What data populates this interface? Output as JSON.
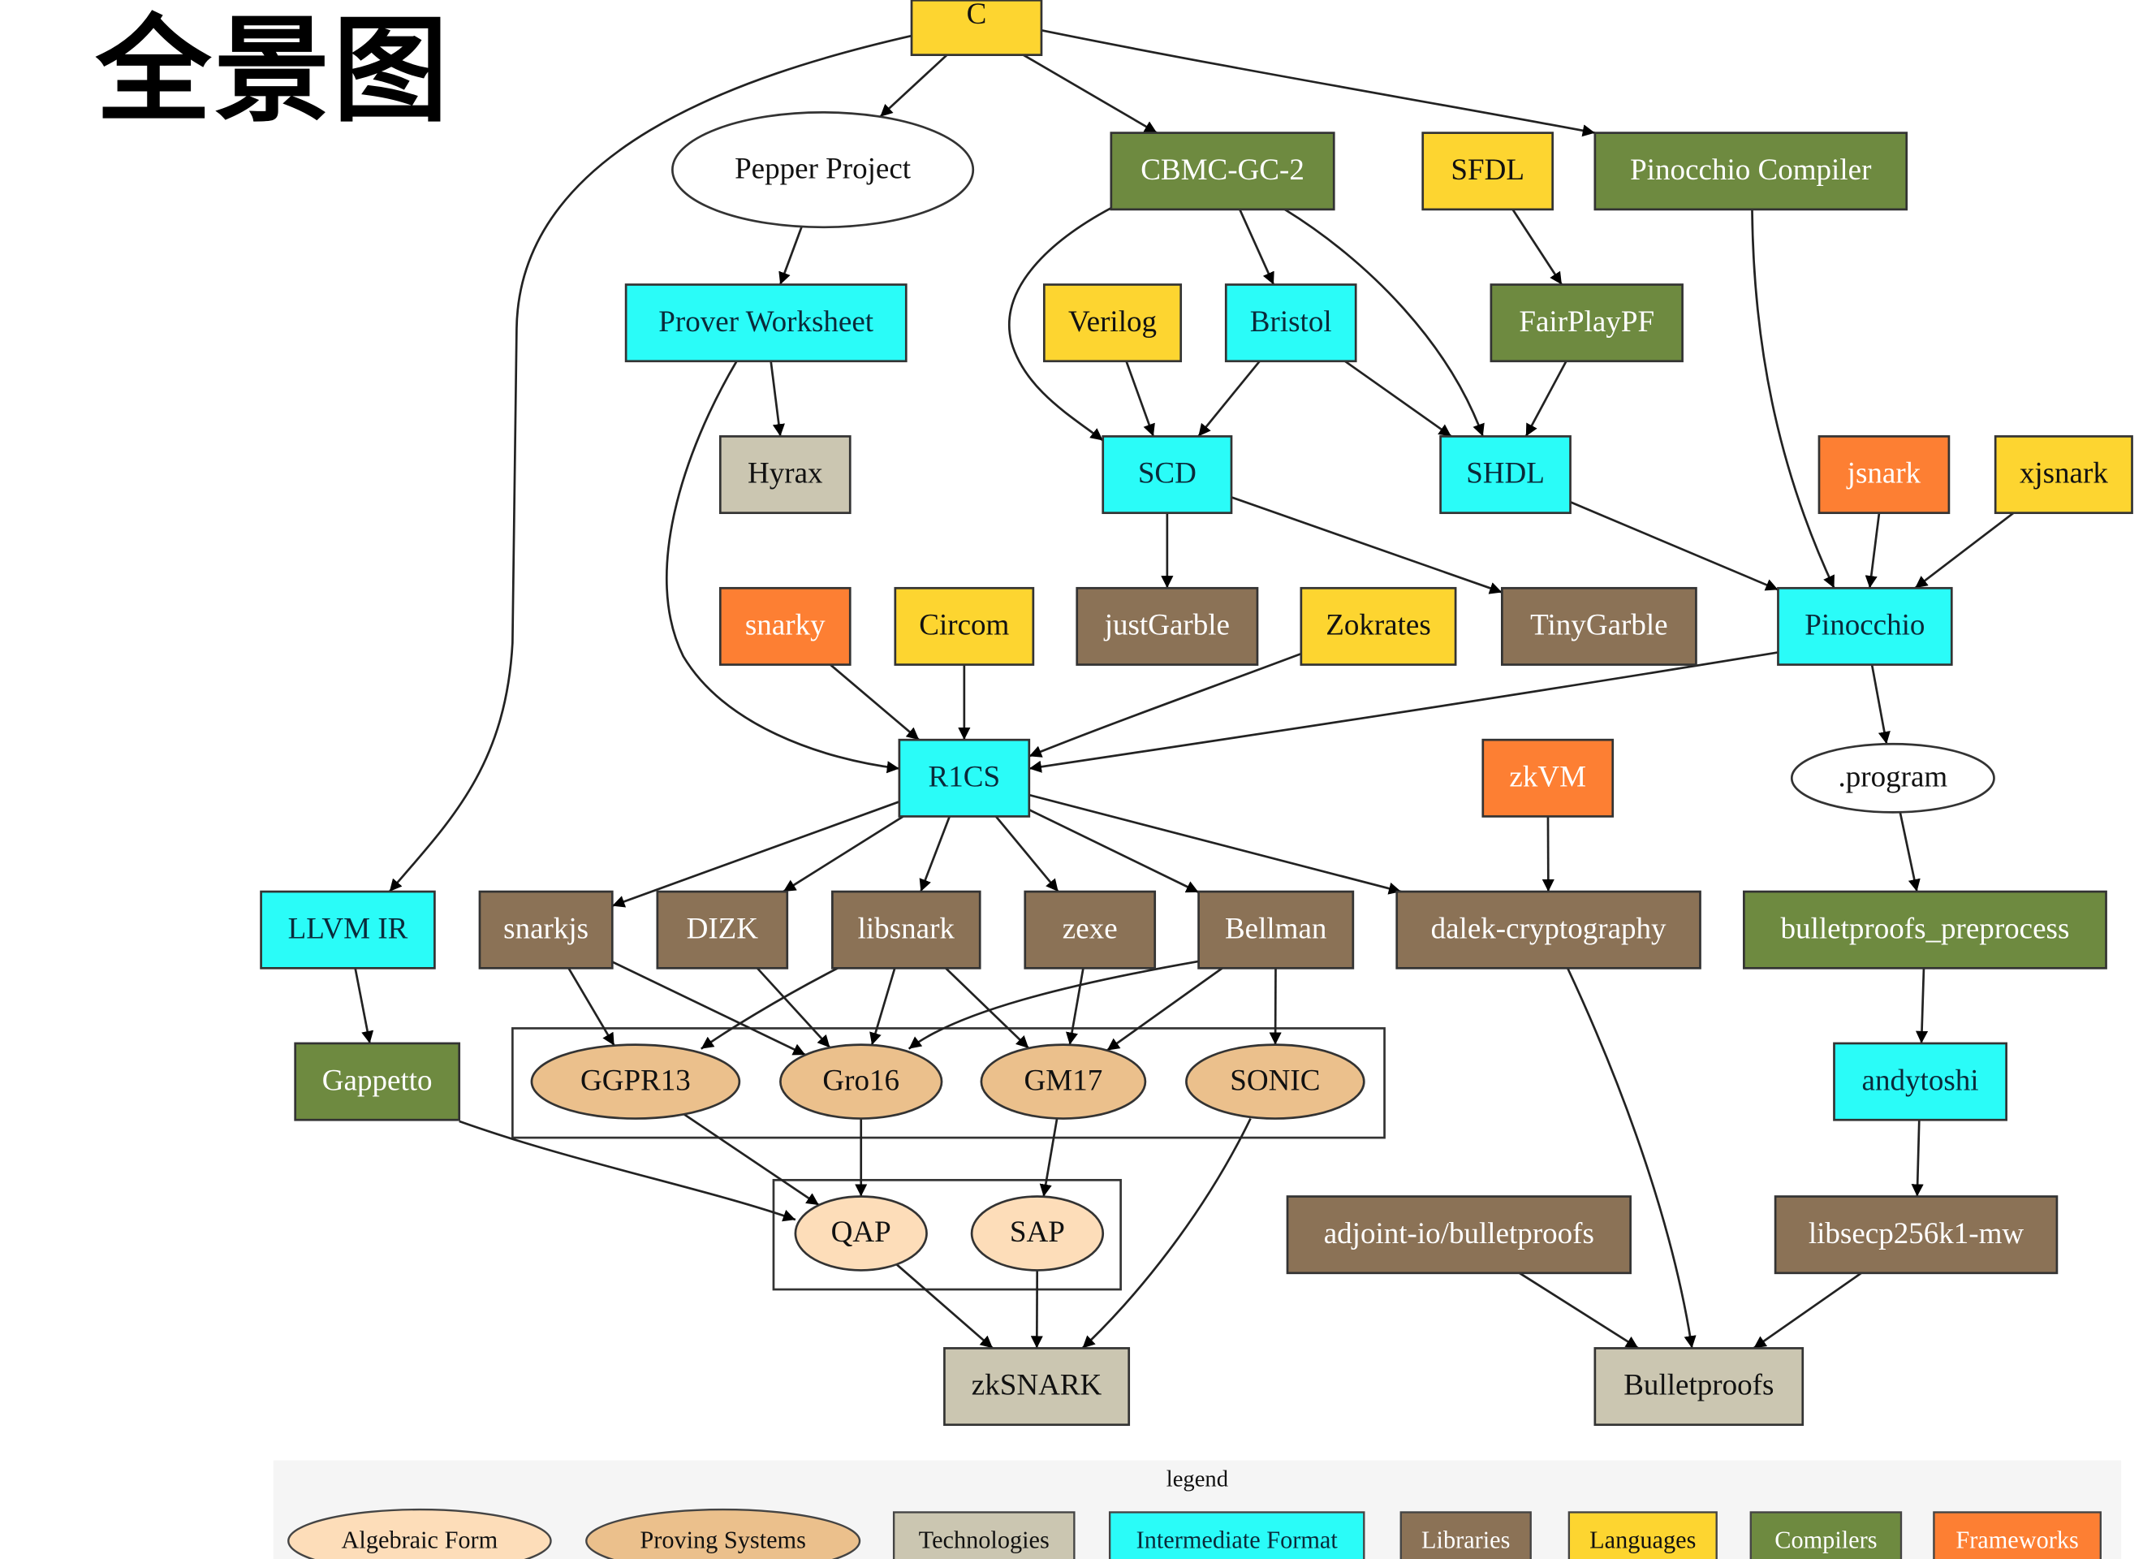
{
  "title": "全景图",
  "categories": {
    "algebraic_form": {
      "label": "Algebraic Form",
      "fill": "#FDDDB9",
      "text": "#111111",
      "shape": "ellipse"
    },
    "proving_systems": {
      "label": "Proving Systems",
      "fill": "#EBC08C",
      "text": "#111111",
      "shape": "ellipse"
    },
    "technologies": {
      "label": "Technologies",
      "fill": "#CBC6B1",
      "text": "#111111",
      "shape": "box"
    },
    "intermediate_format": {
      "label": "Intermediate Format",
      "fill": "#2AFCF8",
      "text": "#0a2a3a",
      "shape": "box"
    },
    "libraries": {
      "label": "Libraries",
      "fill": "#8B7256",
      "text": "#ffffff",
      "shape": "box"
    },
    "languages": {
      "label": "Languages",
      "fill": "#FDD530",
      "text": "#111111",
      "shape": "box"
    },
    "compilers": {
      "label": "Compilers",
      "fill": "#6E8A40",
      "text": "#ffffff",
      "shape": "box"
    },
    "frameworks": {
      "label": "Frameworks",
      "fill": "#FD7F33",
      "text": "#ffffff",
      "shape": "box"
    },
    "plain": {
      "label": "",
      "fill": "#ffffff",
      "text": "#111111",
      "shape": "ellipse"
    }
  },
  "nodes": [
    {
      "id": "c",
      "label": "C",
      "category": "languages"
    },
    {
      "id": "pepper",
      "label": "Pepper Project",
      "category": "plain"
    },
    {
      "id": "cbmc",
      "label": "CBMC-GC-2",
      "category": "compilers"
    },
    {
      "id": "sfdl",
      "label": "SFDL",
      "category": "languages"
    },
    {
      "id": "pinocchio_compiler",
      "label": "Pinocchio Compiler",
      "category": "compilers"
    },
    {
      "id": "prover_worksheet",
      "label": "Prover Worksheet",
      "category": "intermediate_format"
    },
    {
      "id": "verilog",
      "label": "Verilog",
      "category": "languages"
    },
    {
      "id": "bristol",
      "label": "Bristol",
      "category": "intermediate_format"
    },
    {
      "id": "fairplaypf",
      "label": "FairPlayPF",
      "category": "compilers"
    },
    {
      "id": "hyrax",
      "label": "Hyrax",
      "category": "technologies"
    },
    {
      "id": "scd",
      "label": "SCD",
      "category": "intermediate_format"
    },
    {
      "id": "shdl",
      "label": "SHDL",
      "category": "intermediate_format"
    },
    {
      "id": "jsnark",
      "label": "jsnark",
      "category": "frameworks"
    },
    {
      "id": "xjsnark",
      "label": "xjsnark",
      "category": "languages"
    },
    {
      "id": "snarky",
      "label": "snarky",
      "category": "frameworks"
    },
    {
      "id": "circom",
      "label": "Circom",
      "category": "languages"
    },
    {
      "id": "justgarble",
      "label": "justGarble",
      "category": "libraries"
    },
    {
      "id": "zokrates",
      "label": "Zokrates",
      "category": "languages"
    },
    {
      "id": "tinygarble",
      "label": "TinyGarble",
      "category": "libraries"
    },
    {
      "id": "pinocchio",
      "label": "Pinocchio",
      "category": "intermediate_format"
    },
    {
      "id": "r1cs",
      "label": "R1CS",
      "category": "intermediate_format"
    },
    {
      "id": "zkvm",
      "label": "zkVM",
      "category": "frameworks"
    },
    {
      "id": "program",
      "label": ".program",
      "category": "plain"
    },
    {
      "id": "llvm",
      "label": "LLVM IR",
      "category": "intermediate_format"
    },
    {
      "id": "snarkjs",
      "label": "snarkjs",
      "category": "libraries"
    },
    {
      "id": "dizk",
      "label": "DIZK",
      "category": "libraries"
    },
    {
      "id": "libsnark",
      "label": "libsnark",
      "category": "libraries"
    },
    {
      "id": "zexe",
      "label": "zexe",
      "category": "libraries"
    },
    {
      "id": "bellman",
      "label": "Bellman",
      "category": "libraries"
    },
    {
      "id": "dalek",
      "label": "dalek-cryptography",
      "category": "libraries"
    },
    {
      "id": "bp_pre",
      "label": "bulletproofs_preprocess",
      "category": "compilers"
    },
    {
      "id": "gappetto",
      "label": "Gappetto",
      "category": "compilers"
    },
    {
      "id": "ggpr13",
      "label": "GGPR13",
      "category": "proving_systems"
    },
    {
      "id": "gro16",
      "label": "Gro16",
      "category": "proving_systems"
    },
    {
      "id": "gm17",
      "label": "GM17",
      "category": "proving_systems"
    },
    {
      "id": "sonic",
      "label": "SONIC",
      "category": "proving_systems"
    },
    {
      "id": "andytoshi",
      "label": "andytoshi",
      "category": "intermediate_format"
    },
    {
      "id": "qap",
      "label": "QAP",
      "category": "algebraic_form"
    },
    {
      "id": "sap",
      "label": "SAP",
      "category": "algebraic_form"
    },
    {
      "id": "adjoint",
      "label": "adjoint-io/bulletproofs",
      "category": "libraries"
    },
    {
      "id": "libsecp",
      "label": "libsecp256k1-mw",
      "category": "libraries"
    },
    {
      "id": "zksnark",
      "label": "zkSNARK",
      "category": "technologies"
    },
    {
      "id": "bulletproofs",
      "label": "Bulletproofs",
      "category": "technologies"
    }
  ],
  "edges": [
    [
      "c",
      "pepper"
    ],
    [
      "c",
      "cbmc"
    ],
    [
      "c",
      "pinocchio_compiler"
    ],
    [
      "c",
      "llvm"
    ],
    [
      "pepper",
      "prover_worksheet"
    ],
    [
      "prover_worksheet",
      "hyrax"
    ],
    [
      "prover_worksheet",
      "r1cs"
    ],
    [
      "cbmc",
      "bristol"
    ],
    [
      "cbmc",
      "scd"
    ],
    [
      "cbmc",
      "shdl"
    ],
    [
      "sfdl",
      "fairplaypf"
    ],
    [
      "fairplaypf",
      "shdl"
    ],
    [
      "verilog",
      "scd"
    ],
    [
      "bristol",
      "scd"
    ],
    [
      "bristol",
      "shdl"
    ],
    [
      "scd",
      "justgarble"
    ],
    [
      "scd",
      "tinygarble"
    ],
    [
      "shdl",
      "pinocchio"
    ],
    [
      "pinocchio_compiler",
      "pinocchio"
    ],
    [
      "jsnark",
      "pinocchio"
    ],
    [
      "xjsnark",
      "pinocchio"
    ],
    [
      "snarky",
      "r1cs"
    ],
    [
      "circom",
      "r1cs"
    ],
    [
      "zokrates",
      "r1cs"
    ],
    [
      "pinocchio",
      "r1cs"
    ],
    [
      "pinocchio",
      "program"
    ],
    [
      "program",
      "bp_pre"
    ],
    [
      "bp_pre",
      "andytoshi"
    ],
    [
      "andytoshi",
      "libsecp"
    ],
    [
      "r1cs",
      "snarkjs"
    ],
    [
      "r1cs",
      "dizk"
    ],
    [
      "r1cs",
      "libsnark"
    ],
    [
      "r1cs",
      "zexe"
    ],
    [
      "r1cs",
      "bellman"
    ],
    [
      "r1cs",
      "dalek"
    ],
    [
      "zkvm",
      "dalek"
    ],
    [
      "llvm",
      "gappetto"
    ],
    [
      "snarkjs",
      "ggpr13"
    ],
    [
      "snarkjs",
      "gro16"
    ],
    [
      "dizk",
      "gro16"
    ],
    [
      "libsnark",
      "ggpr13"
    ],
    [
      "libsnark",
      "gro16"
    ],
    [
      "libsnark",
      "gm17"
    ],
    [
      "zexe",
      "gm17"
    ],
    [
      "bellman",
      "gro16"
    ],
    [
      "bellman",
      "gm17"
    ],
    [
      "bellman",
      "sonic"
    ],
    [
      "gappetto",
      "qap"
    ],
    [
      "ggpr13",
      "qap"
    ],
    [
      "gro16",
      "qap"
    ],
    [
      "gm17",
      "sap"
    ],
    [
      "qap",
      "zksnark"
    ],
    [
      "sap",
      "zksnark"
    ],
    [
      "sonic",
      "zksnark"
    ],
    [
      "dalek",
      "bulletproofs"
    ],
    [
      "adjoint",
      "bulletproofs"
    ],
    [
      "libsecp",
      "bulletproofs"
    ]
  ],
  "legend": {
    "title": "legend",
    "items": [
      "algebraic_form",
      "proving_systems",
      "technologies",
      "intermediate_format",
      "libraries",
      "languages",
      "compilers",
      "frameworks"
    ]
  }
}
